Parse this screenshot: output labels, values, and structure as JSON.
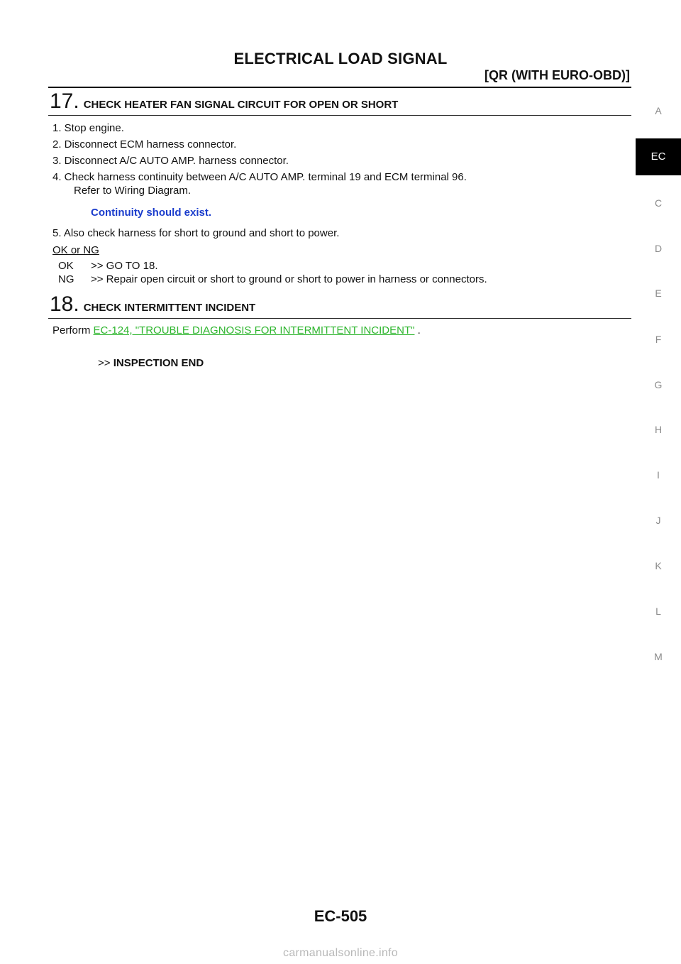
{
  "header": {
    "title": "ELECTRICAL LOAD SIGNAL",
    "subtitle": "[QR (WITH EURO-OBD)]"
  },
  "step17": {
    "number": "17.",
    "title": "CHECK HEATER FAN SIGNAL CIRCUIT FOR OPEN OR SHORT",
    "items": [
      "1. Stop engine.",
      "2. Disconnect ECM harness connector.",
      "3. Disconnect A/C AUTO AMP. harness connector.",
      "4. Check harness continuity between A/C AUTO AMP. terminal 19 and ECM terminal 96."
    ],
    "item4_cont": "Refer to Wiring Diagram.",
    "spec": "Continuity should exist.",
    "item5": "5. Also check harness for short to ground and short to power.",
    "ok_ng_label": "OK or NG",
    "results": [
      {
        "code": "OK",
        "text": ">> GO TO 18."
      },
      {
        "code": "NG",
        "text": ">> Repair open circuit or short to ground or short to power in harness or connectors."
      }
    ]
  },
  "step18": {
    "number": "18.",
    "title": "CHECK INTERMITTENT INCIDENT",
    "perform_prefix": "Perform ",
    "link_text": "EC-124, \"TROUBLE DIAGNOSIS FOR INTERMITTENT INCIDENT\"",
    "perform_suffix": " .",
    "end_arrow": ">>",
    "end_text": "INSPECTION END"
  },
  "sidebar": {
    "items": [
      "A",
      "EC",
      "C",
      "D",
      "E",
      "F",
      "G",
      "H",
      "I",
      "J",
      "K",
      "L",
      "M"
    ],
    "active": "EC"
  },
  "footer": {
    "page_number": "EC-505"
  },
  "watermark": "carmanualsonline.info"
}
